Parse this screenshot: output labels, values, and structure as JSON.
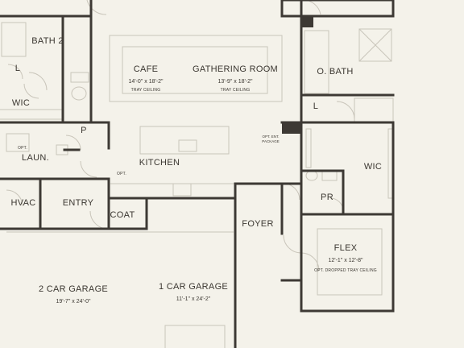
{
  "rooms": {
    "bath2": "BATH 2",
    "linen_left": "L",
    "wic_left": "WIC",
    "pantry": "P",
    "laundry": "LAUN.",
    "hvac": "HVAC",
    "entry": "ENTRY",
    "coat": "COAT",
    "cafe": "CAFE",
    "gathering": "GATHERING ROOM",
    "kitchen": "KITCHEN",
    "o_bath": "O. BATH",
    "linen_right": "L",
    "wic_right": "WIC",
    "pr": "PR",
    "foyer": "FOYER",
    "flex": "FLEX",
    "garage2": "2 CAR GARAGE",
    "garage1": "1 CAR GARAGE"
  },
  "dims": {
    "cafe": "14'-0\" x 18'-2\"",
    "gathering": "13'-9\" x 18'-2\"",
    "flex": "12'-1\" x 12'-8\"",
    "garage2": "19'-7\" x 24'-0\"",
    "garage1": "11'-1\" x 24'-2\""
  },
  "notes": {
    "cafe_ceiling": "TRAY CEILING",
    "gathering_ceiling": "TRAY CEILING",
    "flex_ceiling": "OPT. DROPPED TRAY CEILING",
    "opt_left": "OPT.",
    "opt_kitchen": "OPT.",
    "ent_package_1": "OPT. ENT.",
    "ent_package_2": "PACKAGE"
  },
  "colors": {
    "background": "#f4f2ea",
    "wall": "#3d3934",
    "line": "#c9c5ba",
    "text": "#3b3731"
  }
}
